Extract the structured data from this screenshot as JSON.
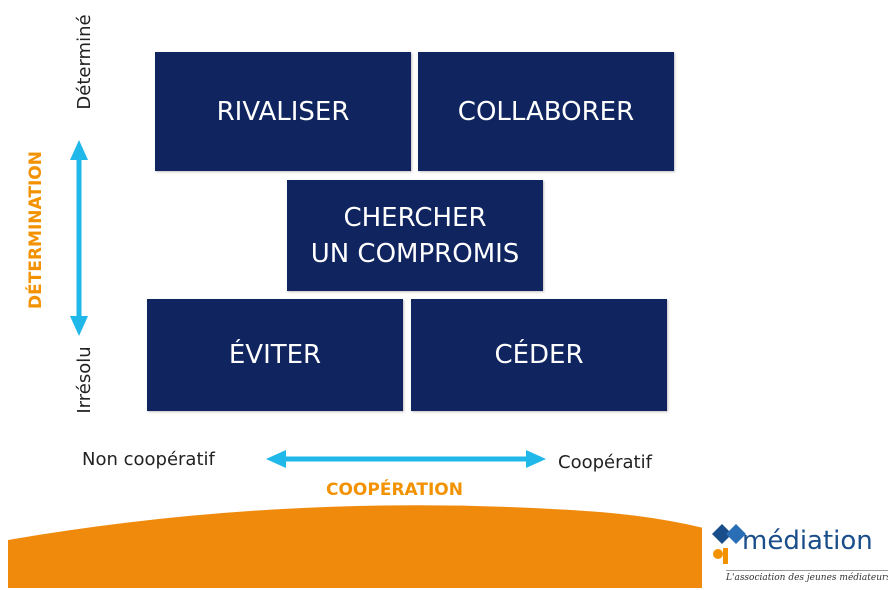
{
  "quadrants": {
    "rivaliser": "RIVALISER",
    "collaborer": "COLLABORER",
    "compromis": [
      "CHERCHER",
      "UN COMPROMIS"
    ],
    "eviter": "ÉVITER",
    "ceder": "CÉDER"
  },
  "vertical_axis": {
    "title": "DÉTERMINATION",
    "top": "Déterminé",
    "bottom": "Irrésolu"
  },
  "horizontal_axis": {
    "title": "COOPÉRATION",
    "left": "Non coopératif",
    "right": "Coopératif"
  },
  "logo": {
    "name": "médiation",
    "tagline": "L'association des jeunes médiateurs"
  },
  "colors": {
    "box": "#102560",
    "arrow": "#1fb8e8",
    "axis_title": "#f39200",
    "footer_curve": "#f08a0c"
  }
}
